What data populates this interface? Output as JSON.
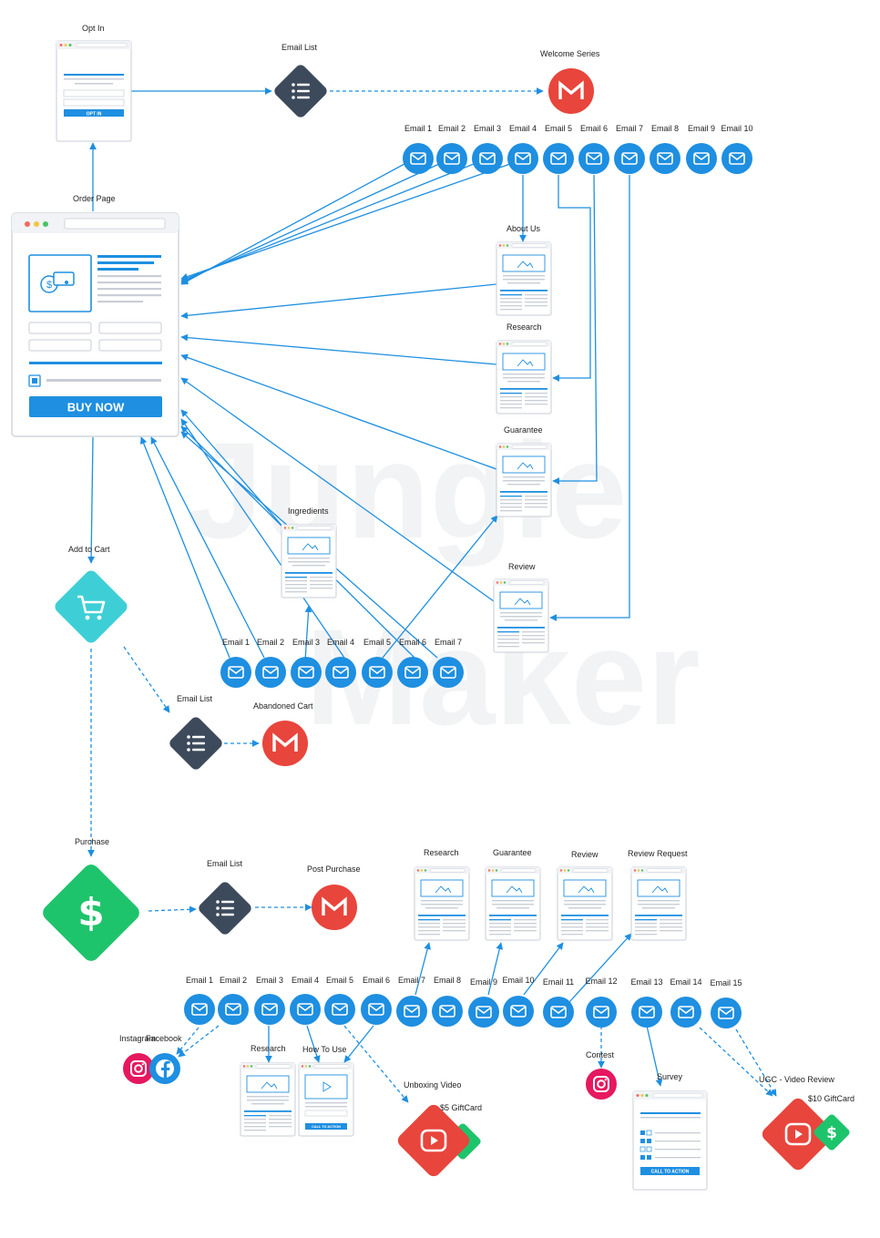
{
  "watermark": {
    "line1": "Jungle",
    "line2": "Maker"
  },
  "top": {
    "opt_in": {
      "label": "Opt In",
      "button": "OPT IN"
    },
    "email_list": "Email List",
    "welcome_series": "Welcome Series",
    "order_page": {
      "label": "Order Page",
      "buy_button": "BUY NOW"
    },
    "emails": [
      "Email 1",
      "Email 2",
      "Email 3",
      "Email 4",
      "Email 5",
      "Email 6",
      "Email 7",
      "Email 8",
      "Email 9",
      "Email 10"
    ],
    "pages": [
      "About Us",
      "Research",
      "Guarantee",
      "Review"
    ]
  },
  "cart": {
    "add_to_cart": "Add to Cart",
    "ingredients": "Ingredients",
    "emails": [
      "Email 1",
      "Email 2",
      "Email 3",
      "Email 4",
      "Email 5",
      "Email 6",
      "Email 7"
    ],
    "email_list": "Email List",
    "abandoned_cart": "Abandoned Cart"
  },
  "purchase": {
    "label": "Purchase",
    "email_list": "Email List",
    "post_purchase": "Post Purchase",
    "pages_top": [
      "Research",
      "Guarantee",
      "Review",
      "Review Request"
    ],
    "emails": [
      "Email 1",
      "Email 2",
      "Email 3",
      "Email 4",
      "Email 5",
      "Email 6",
      "Email 7",
      "Email 8",
      "Email 9",
      "Email 10",
      "Email 11",
      "Email 12",
      "Email 13",
      "Email 14",
      "Email 15"
    ],
    "instagram": "Instagram",
    "facebook": "Facebook",
    "research": "Research",
    "how_to_use": "How To Use",
    "cta": "CALL TO ACTION",
    "unboxing_video": "Unboxing Video",
    "gift5": "$5 GiftCard",
    "contest": "Contest",
    "survey": "Survey",
    "survey_cta": "CALL TO ACTION",
    "ugc": "UGC - Video Review",
    "gift10": "$10 GiftCard"
  },
  "colors": {
    "blue": "#1e8fe1",
    "dark": "#3d4a5c",
    "red": "#e8453c",
    "teal": "#3ecfd6",
    "green": "#1ec46b",
    "pink": "#e6185f"
  }
}
